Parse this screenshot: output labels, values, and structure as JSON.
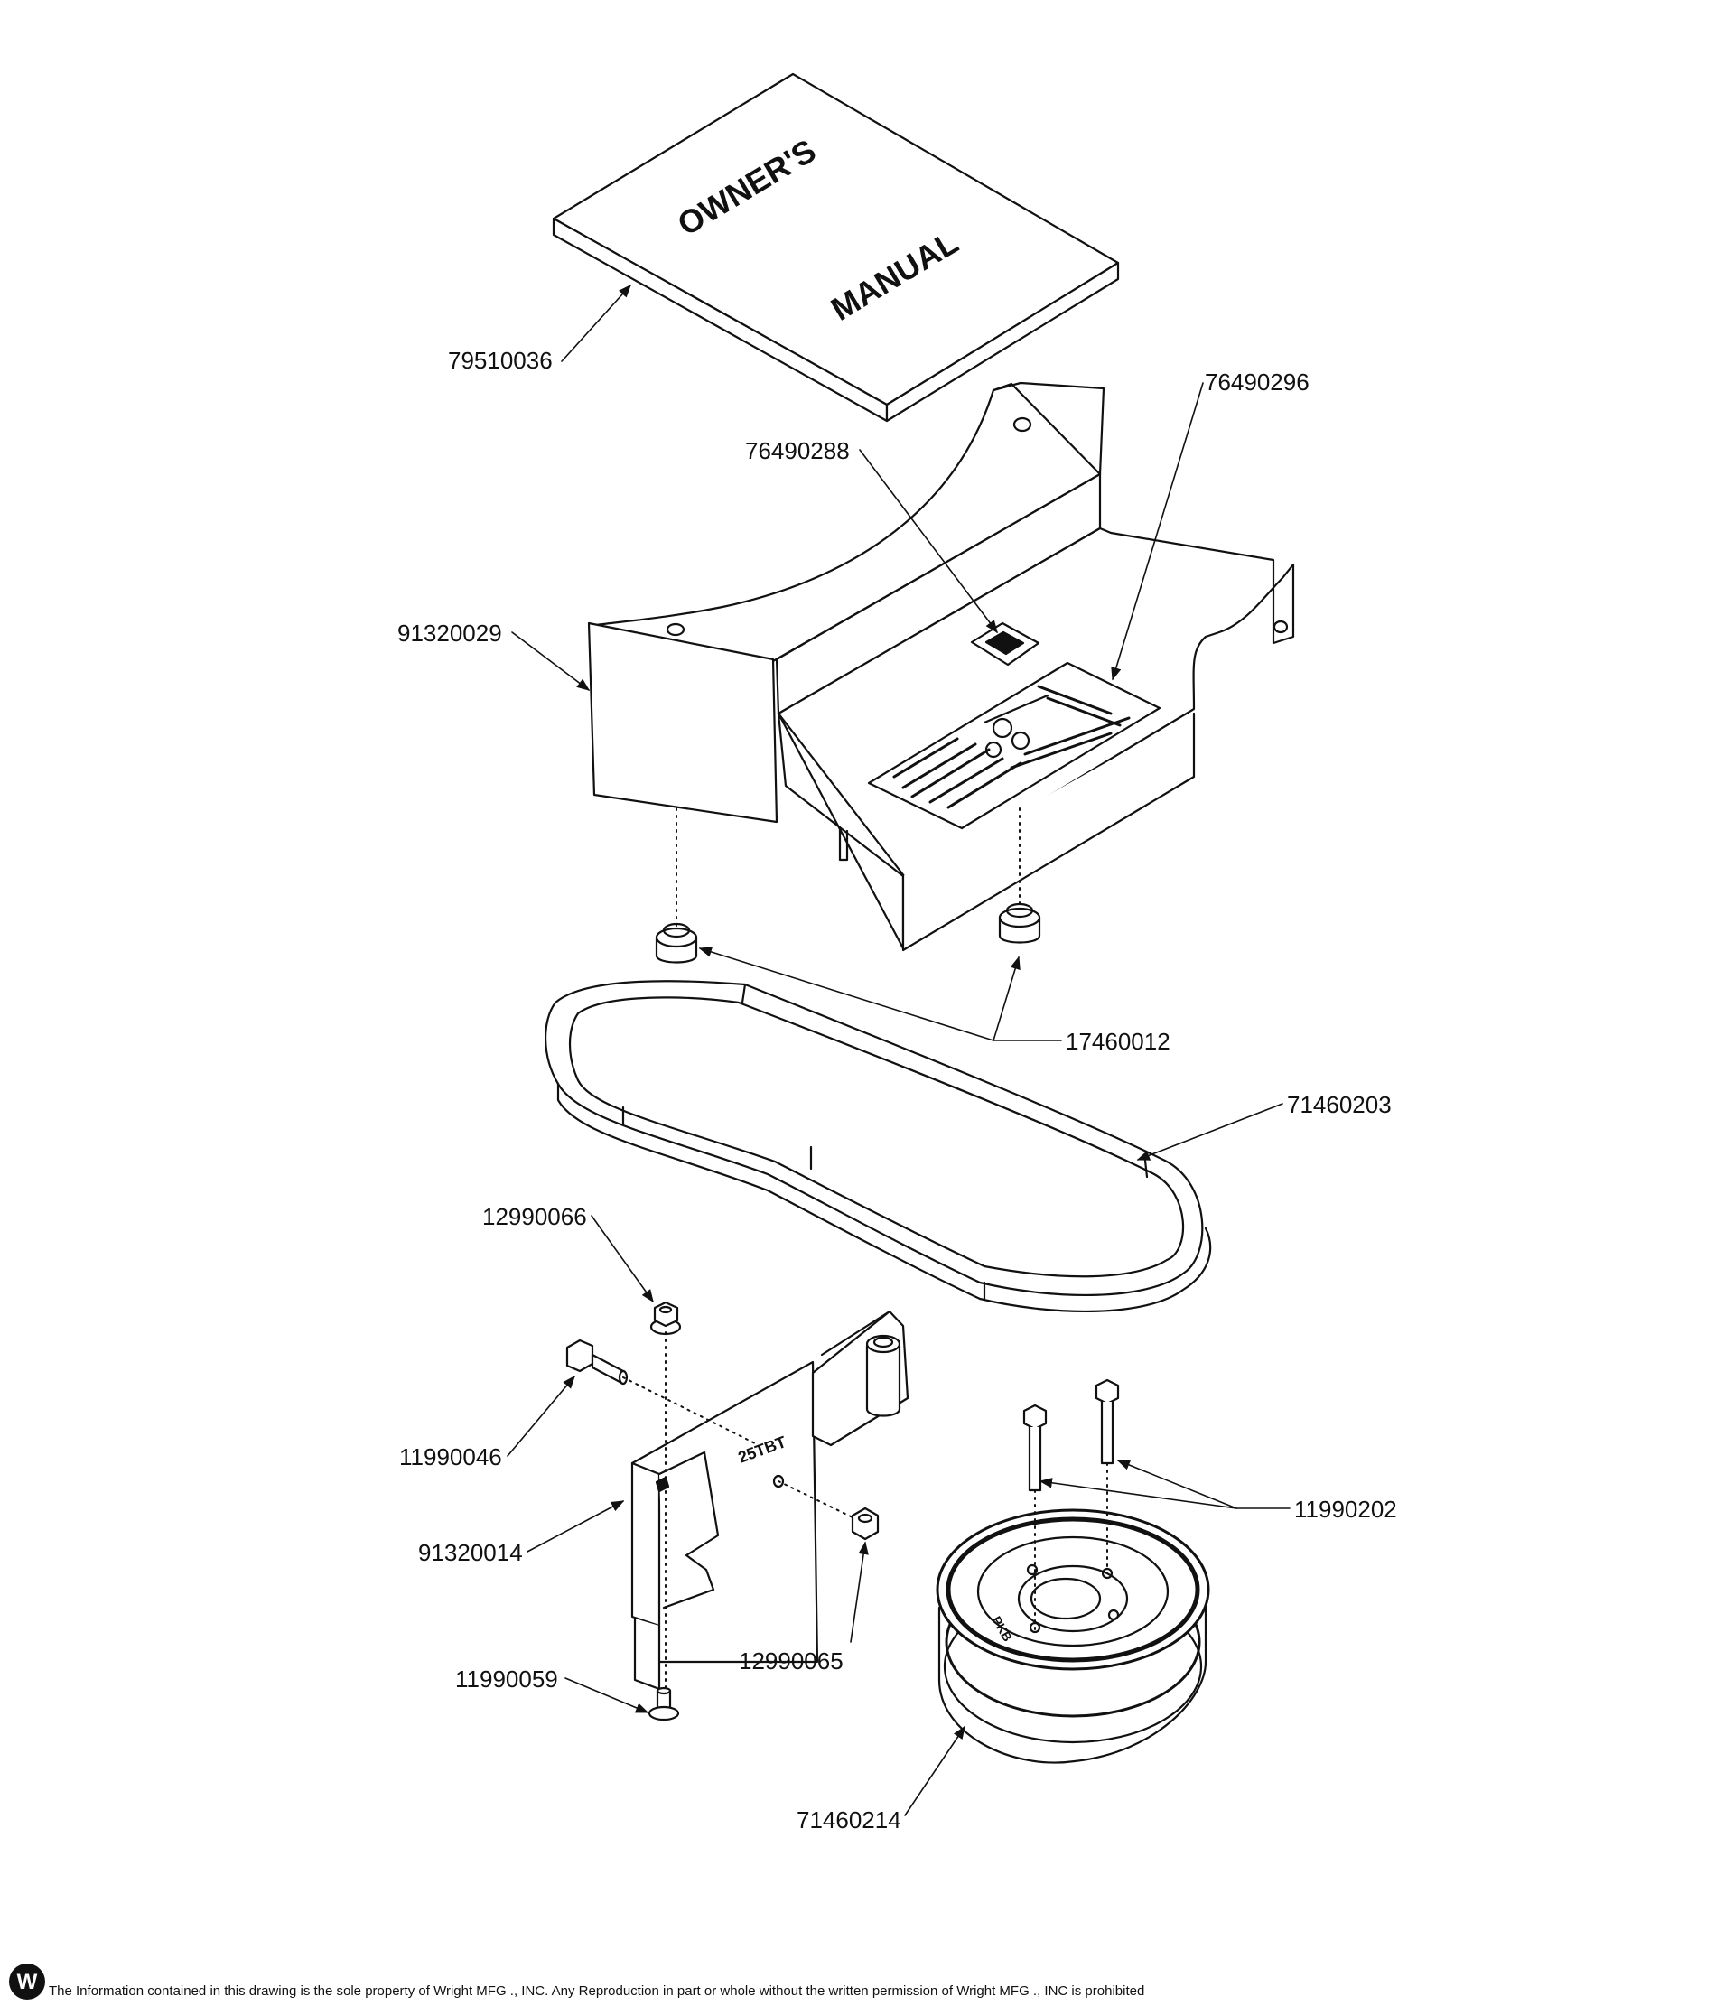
{
  "manual": {
    "line1": "OWNER'S",
    "line2": "MANUAL"
  },
  "callouts": {
    "p79510036": "79510036",
    "p76490296": "76490296",
    "p76490288": "76490288",
    "p91320029": "91320029",
    "p17460012": "17460012",
    "p71460203": "71460203",
    "p12990066": "12990066",
    "p11990046": "11990046",
    "p11990202": "11990202",
    "p91320014": "91320014",
    "p12990065": "12990065",
    "p11990059": "11990059",
    "p71460214": "71460214"
  },
  "bracket_stamp": "25TBT",
  "pulley_stamp": "PKB",
  "footer": {
    "disclaimer": "The Information contained in this drawing is the sole property of Wright MFG ., INC. Any Reproduction in part or whole without the written permission of Wright MFG ., INC is prohibited",
    "logo_letter": "W"
  }
}
